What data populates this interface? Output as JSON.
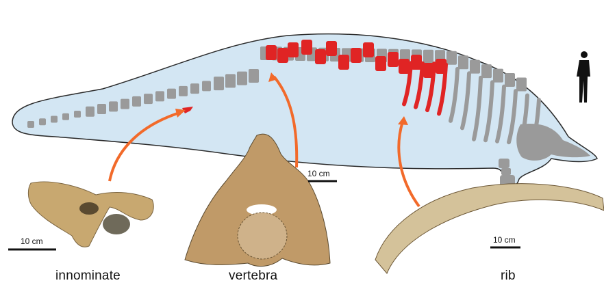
{
  "labels": {
    "innominate": "innominate",
    "vertebra": "vertebra",
    "rib": "rib"
  },
  "scale_bars": {
    "innominate": "10 cm",
    "vertebra": "10 cm",
    "rib": "10 cm"
  },
  "colors": {
    "body_fill": "#d3e6f3",
    "body_stroke": "#2a2a2a",
    "bone_gray": "#9a9a9a",
    "fossil_red": "#e02424",
    "arrow": "#f26a2a",
    "fossil_tan": "#c8a870"
  },
  "icons": {
    "human": "human-silhouette-icon"
  }
}
